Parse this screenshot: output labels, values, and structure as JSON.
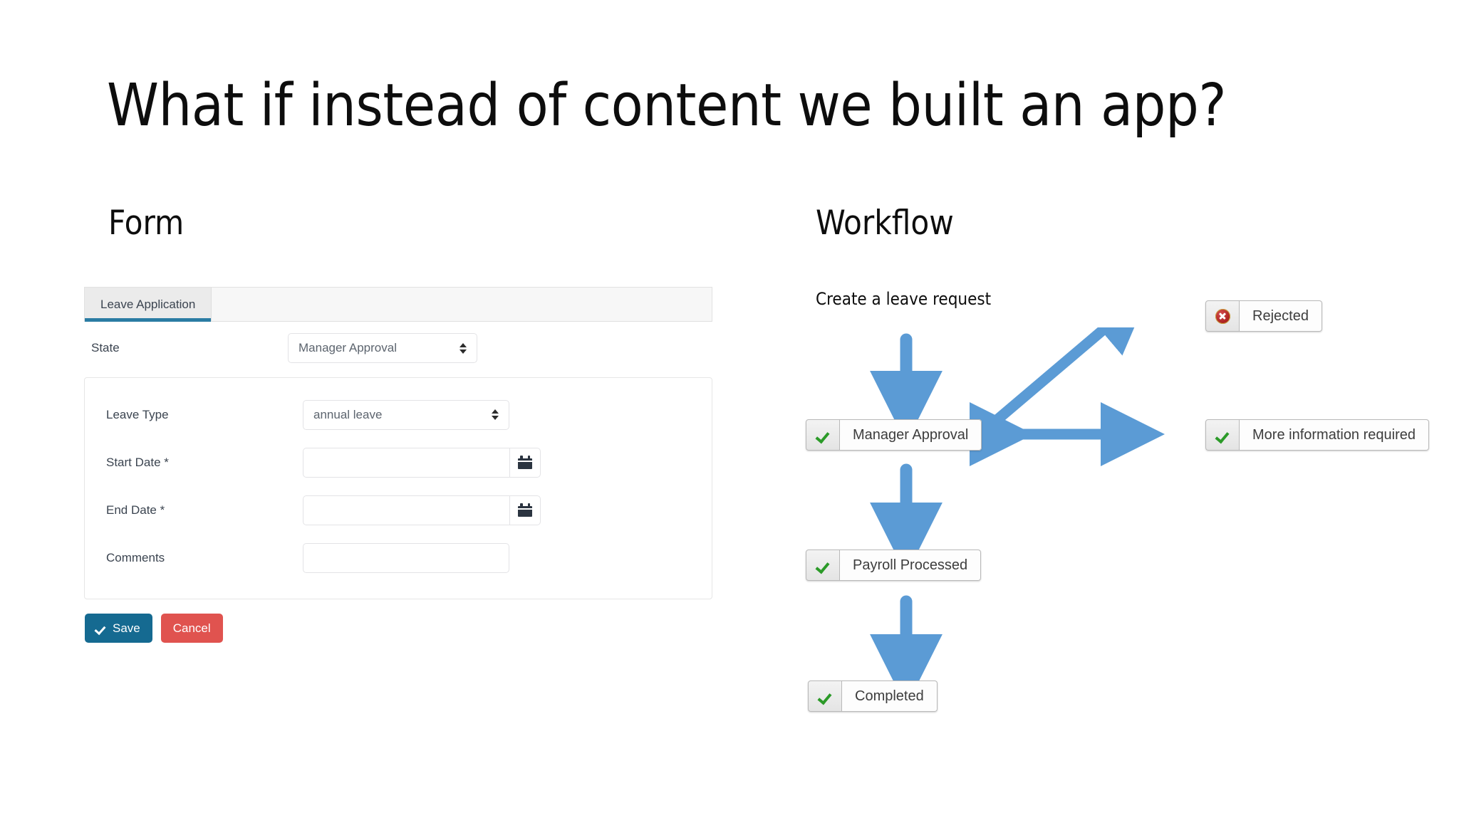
{
  "slide": {
    "title": "What if instead of content we built an app?"
  },
  "form_section": {
    "heading": "Form",
    "tabs": [
      {
        "label": "Leave Application",
        "active": true
      }
    ],
    "state_field": {
      "label": "State",
      "value": "Manager Approval",
      "icon": "updown-spinner-icon"
    },
    "fields": [
      {
        "label": "Leave Type",
        "type": "select",
        "value": "annual leave",
        "placeholder": "",
        "icon": "updown-spinner-icon"
      },
      {
        "label": "Start Date *",
        "type": "date",
        "value": "",
        "placeholder": "",
        "icon": "calendar-icon"
      },
      {
        "label": "End Date *",
        "type": "date",
        "value": "",
        "placeholder": "",
        "icon": "calendar-icon"
      },
      {
        "label": "Comments",
        "type": "text",
        "value": "",
        "placeholder": "",
        "icon": ""
      }
    ],
    "buttons": {
      "save_label": "Save",
      "save_icon": "check-icon",
      "save_color": "#156a91",
      "cancel_label": "Cancel",
      "cancel_color": "#e0534f"
    },
    "tab_accent_color": "#2a7ca3"
  },
  "workflow_section": {
    "heading": "Workflow",
    "caption": "Create a leave request",
    "arrow_color": "#5b9bd5",
    "nodes": [
      {
        "label": "Manager Approval",
        "icon": "green-check-icon",
        "status": "ok"
      },
      {
        "label": "Rejected",
        "icon": "red-x-icon",
        "status": "rejected"
      },
      {
        "label": "More information required",
        "icon": "green-check-icon",
        "status": "ok"
      },
      {
        "label": "Payroll Processed",
        "icon": "green-check-icon",
        "status": "ok"
      },
      {
        "label": "Completed",
        "icon": "green-check-icon",
        "status": "ok"
      }
    ],
    "arrows": [
      {
        "name": "arrow-create-to-manager",
        "kind": "down"
      },
      {
        "name": "arrow-manager-to-rejected",
        "kind": "diagonal-up-right"
      },
      {
        "name": "arrow-manager-to-more-info",
        "kind": "double-horizontal"
      },
      {
        "name": "arrow-manager-to-payroll",
        "kind": "down"
      },
      {
        "name": "arrow-payroll-to-completed",
        "kind": "down"
      }
    ]
  }
}
